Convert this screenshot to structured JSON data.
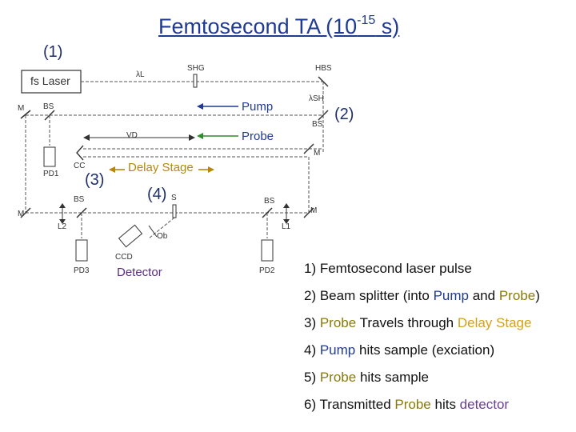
{
  "title": {
    "main": "Femtosecond TA (10",
    "exponent": "-15",
    "suffix": " s)"
  },
  "markers": {
    "m1": "(1)",
    "m2": "(2)",
    "m3": "(3)",
    "m4": "(4)"
  },
  "beam_labels": {
    "pump": "Pump",
    "probe": "Probe",
    "delay_stage": "Delay Stage",
    "detector": "Detector"
  },
  "diagram_labels": {
    "fs_laser": "fs Laser",
    "lambda_l": "λL",
    "shg": "SHG",
    "hbs": "HBS",
    "lambda_sh": "λSH",
    "m_left_top": "M",
    "bs_top_left": "BS",
    "bs_right": "BS",
    "vd": "VD",
    "m_right_mid": "M",
    "pd1": "PD1",
    "cc": "CC",
    "m_left_bottom": "M",
    "bs_bottom_left": "BS",
    "s": "S",
    "bs_bottom_right": "BS",
    "m_right_bottom": "M",
    "l2": "L2",
    "ob": "Ob",
    "l1": "L1",
    "ccd": "CCD",
    "pd3": "PD3",
    "pd2": "PD2"
  },
  "colors": {
    "title": "#1f3a93",
    "pump_arrow": "#1f3a93",
    "probe_arrow": "#2e8b2e",
    "delay_stage": "#b8860b",
    "detector": "#5a2d82"
  },
  "steps": [
    {
      "num": "1)",
      "parts": [
        {
          "text": "Femtosecond laser pulse",
          "color": "default"
        }
      ]
    },
    {
      "num": "2)",
      "parts": [
        {
          "text": "Beam splitter (into ",
          "color": "default"
        },
        {
          "text": "Pump",
          "color": "blue"
        },
        {
          "text": " and ",
          "color": "default"
        },
        {
          "text": "Probe",
          "color": "olive"
        },
        {
          "text": ")",
          "color": "default"
        }
      ]
    },
    {
      "num": "3)",
      "parts": [
        {
          "text": "Probe",
          "color": "olive"
        },
        {
          "text": " Travels through ",
          "color": "default"
        },
        {
          "text": "Delay Stage",
          "color": "orange"
        }
      ]
    },
    {
      "num": "4)",
      "parts": [
        {
          "text": "Pump",
          "color": "blue"
        },
        {
          "text": " hits sample (exciation)",
          "color": "default"
        }
      ]
    },
    {
      "num": "5)",
      "parts": [
        {
          "text": "Probe",
          "color": "olive"
        },
        {
          "text": " hits sample",
          "color": "default"
        }
      ]
    },
    {
      "num": "6)",
      "parts": [
        {
          "text": "Transmitted ",
          "color": "default"
        },
        {
          "text": "Probe",
          "color": "olive"
        },
        {
          "text": " hits ",
          "color": "default"
        },
        {
          "text": "detector",
          "color": "purple"
        }
      ]
    }
  ]
}
